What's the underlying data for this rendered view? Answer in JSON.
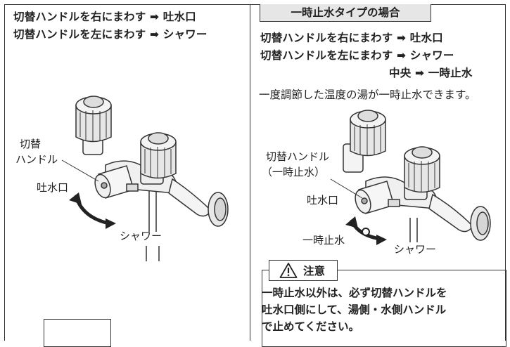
{
  "left": {
    "instructions": [
      "切替ハンドルを右にまわす ➡ 吐水口",
      "切替ハンドルを左にまわす ➡ シャワー"
    ],
    "labels": {
      "handle_line1": "切替",
      "handle_line2": "ハンドル",
      "spout": "吐水口",
      "shower": "シャワー"
    }
  },
  "right": {
    "header": "一時止水タイプの場合",
    "instructions": [
      "切替ハンドルを右にまわす ➡ 吐水口",
      "切替ハンドルを左にまわす ➡ シャワー",
      "中央 ➡ 一時止水"
    ],
    "note": "一度調節した温度の湯が一時止水できます。",
    "labels": {
      "handle": "切替ハンドル",
      "handle_sub": "（一時止水）",
      "spout": "吐水口",
      "stop": "一時止水",
      "shower": "シャワー"
    },
    "caution": {
      "title": "注意",
      "lines": [
        "一時止水以外は、必ず切替ハンドルを",
        "吐水口側にして、湯側・水側ハンドル",
        "で止めてください。"
      ]
    }
  }
}
